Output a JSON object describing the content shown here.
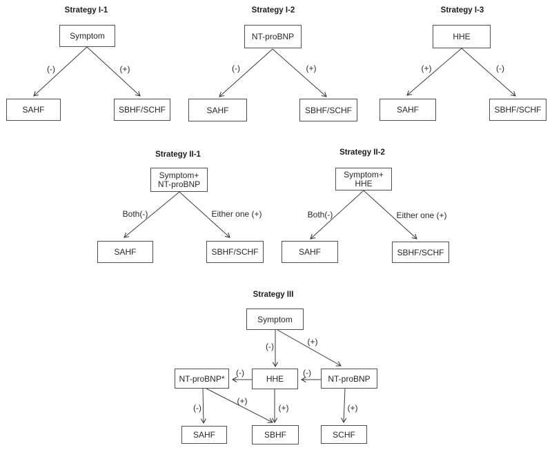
{
  "figure": {
    "line_color": "#3a3a3a"
  },
  "strategy_i1": {
    "title": "Strategy I-1",
    "top_node": "Symptom",
    "left_edge_label": "(-)",
    "right_edge_label": "(+)",
    "left_node": "SAHF",
    "right_node": "SBHF/SCHF"
  },
  "strategy_i2": {
    "title": "Strategy I-2",
    "top_node": "NT-proBNP",
    "left_edge_label": "(-)",
    "right_edge_label": "(+)",
    "left_node": "SAHF",
    "right_node": "SBHF/SCHF"
  },
  "strategy_i3": {
    "title": "Strategy I-3",
    "top_node": "HHE",
    "left_edge_label": "(+)",
    "right_edge_label": "(-)",
    "left_node": "SAHF",
    "right_node": "SBHF/SCHF"
  },
  "strategy_ii1": {
    "title": "Strategy II-1",
    "top_node_line1": "Symptom+",
    "top_node_line2": "NT-proBNP",
    "left_edge_label": "Both(-)",
    "right_edge_label": "Either one (+)",
    "left_node": "SAHF",
    "right_node": "SBHF/SCHF"
  },
  "strategy_ii2": {
    "title": "Strategy II-2",
    "top_node_line1": "Symptom+",
    "top_node_line2": "HHE",
    "left_edge_label": "Both(-)",
    "right_edge_label": "Either one (+)",
    "left_node": "SAHF",
    "right_node": "SBHF/SCHF"
  },
  "strategy_iii": {
    "title": "Strategy III",
    "symptom_node": "Symptom",
    "ntprobnp_star_node": "NT-proBNP*",
    "hhe_node": "HHE",
    "ntprobnp_node": "NT-proBNP",
    "sahf_node": "SAHF",
    "sbhf_node": "SBHF",
    "schf_node": "SCHF",
    "symptom_to_hhe_label": "(-)",
    "symptom_to_ntprobnp_label": "(+)",
    "hhe_to_ntprobnp_star_label": "(-)",
    "ntprobnp_to_hhe_label": "(-)",
    "ntprobnp_star_to_sahf_label": "(-)",
    "ntprobnp_star_to_sbhf_label": "(+)",
    "hhe_to_sbhf_label": "(+)",
    "ntprobnp_to_schf_label": "(+)"
  }
}
